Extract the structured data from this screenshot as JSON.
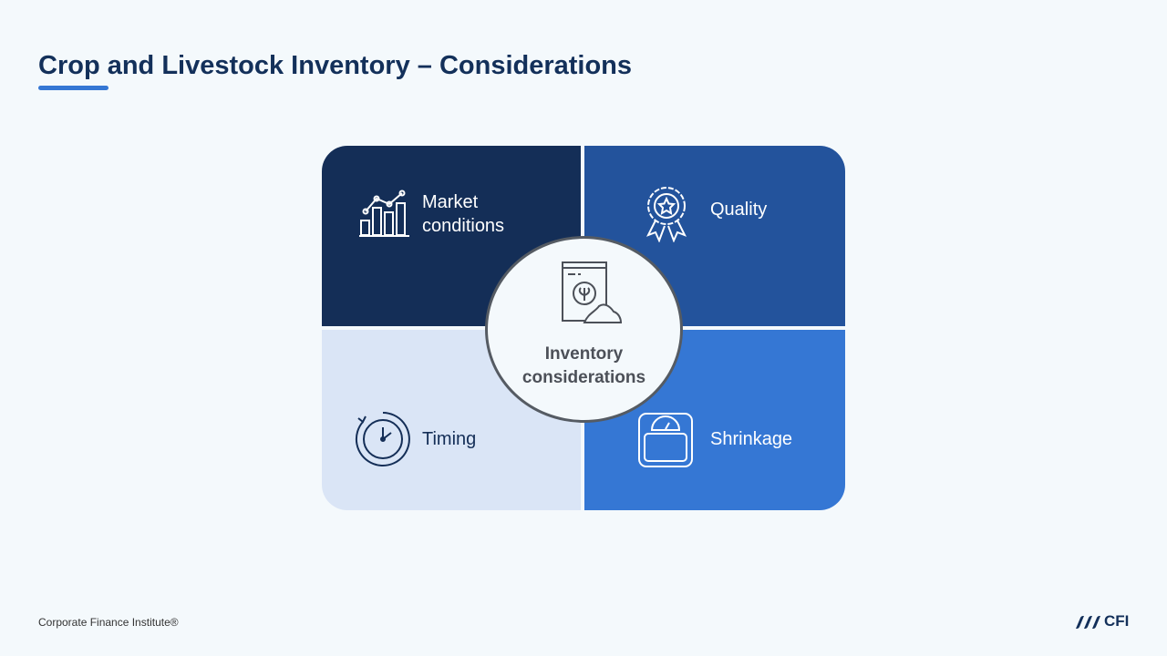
{
  "title": "Crop and Livestock Inventory – Considerations",
  "quadrants": {
    "market": "Market\nconditions",
    "quality": "Quality",
    "timing": "Timing",
    "shrinkage": "Shrinkage"
  },
  "center": "Inventory considerations",
  "footer": "Corporate Finance Institute®",
  "logo": "CFI",
  "colors": {
    "navy": "#142e57",
    "blue": "#23539c",
    "light": "#dae5f6",
    "bright": "#3577d4"
  }
}
